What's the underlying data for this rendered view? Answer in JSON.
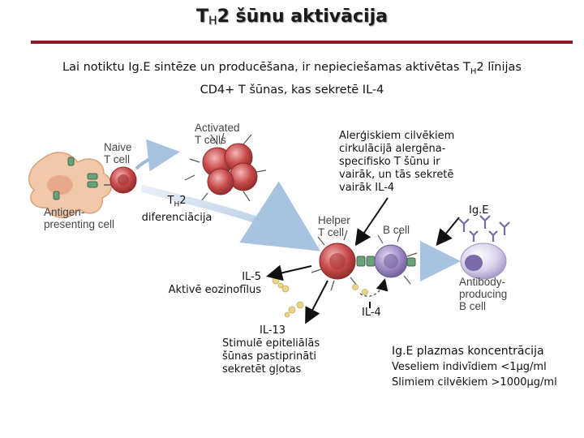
{
  "header": {
    "title_prefix": "T",
    "title_sub": "H",
    "title_rest": "2 šūnu aktivācija"
  },
  "intro": {
    "part1": "Lai notiktu Ig.E sintēze un producēšana, ir nepieciešamas aktivētas T",
    "sub": "H",
    "part2": "2 līnijas",
    "line2": "CD4+ T šūnas, kas sekretē IL-4"
  },
  "figure": {
    "activated_t_cells": [
      "Activated",
      "T cells"
    ],
    "naive_t_cell": [
      "Naive",
      "T cell"
    ],
    "antigen_presenting_cell": [
      "Antigen-",
      "presenting cell"
    ],
    "helper_t_cell": [
      "Helper",
      "T cell"
    ],
    "b_cell": "B cell",
    "antibody_producing": [
      "Antibody-",
      "producing",
      "B cell"
    ]
  },
  "annotations": {
    "th2_prefix": "T",
    "th2_sub": "H",
    "th2_rest": "2",
    "th2_differentiation": "diferenciācija",
    "allergic": [
      "Alerģiskiem cilvēkiem",
      "cirkulācijā alergēna-",
      "specifisko T šūnu ir",
      "vairāk, un tās sekretē",
      "vairāk IL-4"
    ],
    "ige": "Ig.E",
    "il5": "IL-5",
    "il5_desc": "Aktivē eozinofīlus",
    "il4": "IL-4",
    "il13": "IL-13",
    "il13_desc": [
      "Stimulē epiteliālās",
      "šūnas pastiprināti",
      "sekretēt gļotas"
    ],
    "ige_conc_title": "Ig.E plazmas koncentrācija",
    "healthy": "Veseliem indivīdiem <1μg/ml",
    "ill": "Slimiem cilvēkiem >1000μg/ml"
  },
  "colors": {
    "rule": "#8b1a2b",
    "t_cell": "#c84a4a",
    "b_cell": "#9b86c2",
    "apc": "#f2c9a8",
    "arrow": "#b9cfe6",
    "cytokine": "#e8d48a"
  }
}
